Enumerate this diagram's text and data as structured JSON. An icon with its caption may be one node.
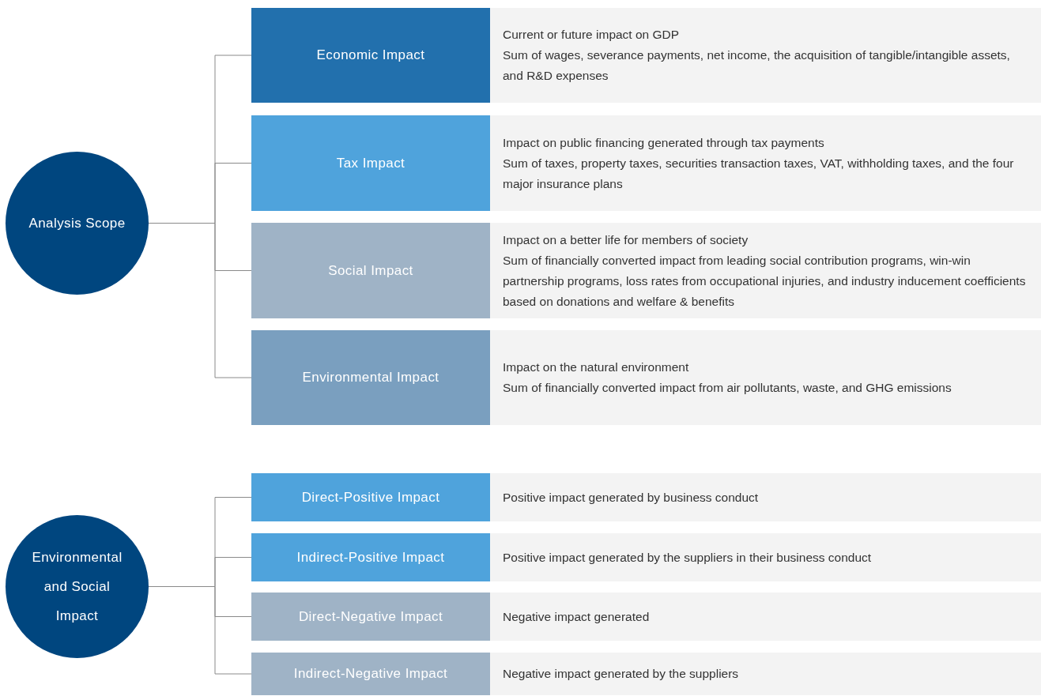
{
  "diagram": {
    "nodes": [
      {
        "text": [
          "Analysis Scope"
        ]
      },
      {
        "text": [
          "Economic Impact"
        ]
      },
      {
        "text": [
          "Current or future impact on GDP",
          "Sum of wages, severance payments, net income, the acquisition of tangible/intangible assets, and R&D expenses"
        ]
      },
      {
        "text": [
          "Tax Impact"
        ]
      },
      {
        "text": [
          "Impact on public financing generated through tax payments",
          "Sum of taxes, property taxes, securities transaction taxes, VAT, withholding taxes, and the four major insurance plans"
        ]
      },
      {
        "text": [
          "Social Impact"
        ]
      },
      {
        "text": [
          "Impact on a better life for members of society",
          "Sum of financially converted impact from leading social contribution programs, win-win partnership programs, loss rates from occupational injuries, and industry inducement coefficients based on donations and welfare & benefits"
        ]
      },
      {
        "text": [
          "Environmental Impact"
        ]
      },
      {
        "text": [
          "Impact on the natural environment",
          "Sum of financially converted impact from air pollutants, waste, and GHG emissions"
        ]
      },
      {
        "text": [
          "Environmental and Social Impact"
        ]
      },
      {
        "text": [
          "Direct-Positive Impact"
        ]
      },
      {
        "text": [
          "Positive impact generated by business conduct"
        ]
      },
      {
        "text": [
          "Indirect-Positive Impact"
        ]
      },
      {
        "text": [
          "Positive impact generated by the suppliers in their business conduct"
        ]
      },
      {
        "text": [
          "Direct-Negative Impact"
        ]
      },
      {
        "text": [
          "Negative impact generated"
        ]
      },
      {
        "text": [
          "Indirect-Negative Impact"
        ]
      },
      {
        "text": [
          "Negative impact generated by the suppliers"
        ]
      }
    ],
    "edges": [
      {
        "from": 0,
        "to": 1,
        "arrow": "none"
      },
      {
        "from": 0,
        "to": 3,
        "arrow": "none"
      },
      {
        "from": 0,
        "to": 5,
        "arrow": "none"
      },
      {
        "from": 0,
        "to": 7,
        "arrow": "none"
      },
      {
        "from": 9,
        "to": 10,
        "arrow": "none"
      },
      {
        "from": 9,
        "to": 12,
        "arrow": "none"
      },
      {
        "from": 9,
        "to": 14,
        "arrow": "none"
      },
      {
        "from": 9,
        "to": 16,
        "arrow": "none"
      }
    ]
  }
}
